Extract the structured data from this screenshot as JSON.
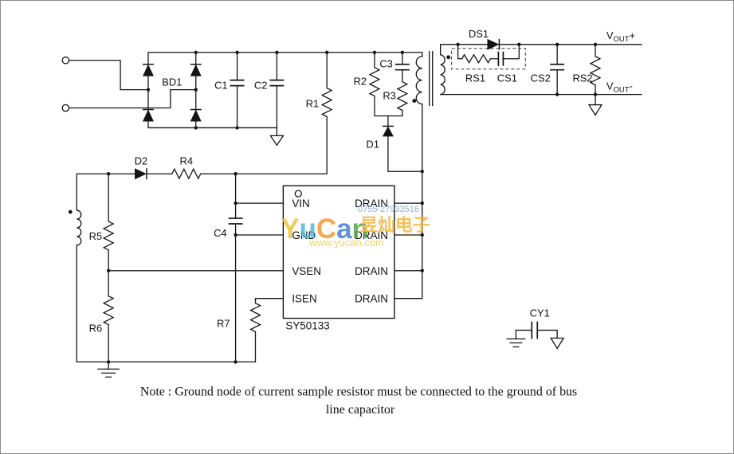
{
  "labels": {
    "bd1": "BD1",
    "c1": "C1",
    "c2": "C2",
    "r1": "R1",
    "c3": "C3",
    "r2": "R2",
    "r3": "R3",
    "d1": "D1",
    "d2": "D2",
    "r4": "R4",
    "c4": "C4",
    "r5": "R5",
    "r6": "R6",
    "r7": "R7",
    "ds1": "DS1",
    "rs1": "RS1",
    "cs1": "CS1",
    "cs2": "CS2",
    "rs2": "RS2",
    "cy1": "CY1"
  },
  "ic": {
    "part": "SY50133",
    "left_pins": [
      "VIN",
      "GND",
      "VSEN",
      "ISEN"
    ],
    "right_pins": [
      "DRAIN",
      "DRAIN",
      "DRAIN",
      "DRAIN"
    ]
  },
  "outputs": {
    "plus": {
      "base": "V",
      "sub": "OUT",
      "sign": "+"
    },
    "minus": {
      "base": "V",
      "sub": "OUT",
      "sign": "-"
    }
  },
  "note": {
    "line1": "Note : Ground node of current sample resistor must be connected to the ground of bus",
    "line2": "line capacitor"
  },
  "watermark": {
    "letters": [
      {
        "ch": "Y",
        "color": "#f0c53a"
      },
      {
        "ch": "u",
        "color": "#52b9d8"
      },
      {
        "ch": "C",
        "color": "#f59a2e"
      },
      {
        "ch": "a",
        "color": "#4a7fd4"
      },
      {
        "ch": "n",
        "color": "#57a04b"
      }
    ],
    "phone": "0755-27933516",
    "company": "昱灿电子",
    "url": "www.yucan.com"
  }
}
